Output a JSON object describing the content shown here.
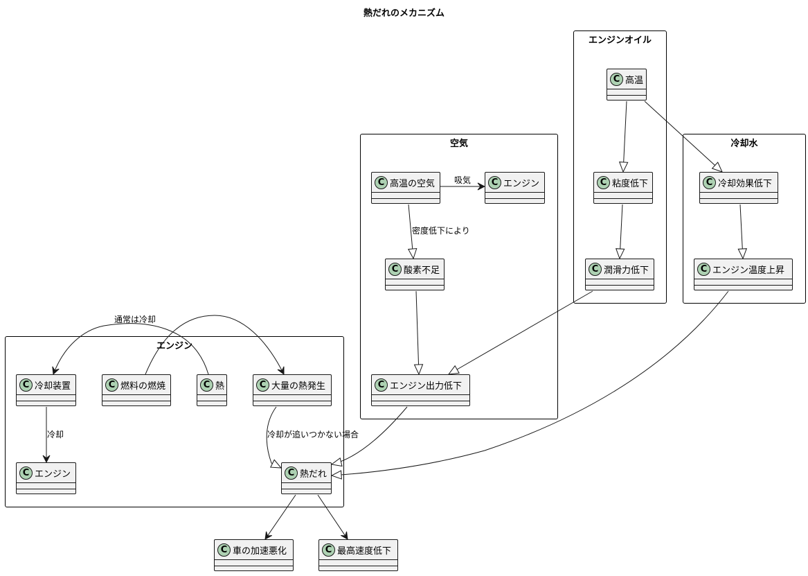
{
  "title": "熱だれのメカニズム",
  "packages": {
    "oil": "エンジンオイル",
    "air": "空気",
    "coolant": "冷却水",
    "engine": "エンジン"
  },
  "classes": {
    "oil_high_temp": "高温",
    "oil_viscosity_drop": "粘度低下",
    "oil_lubrication_drop": "潤滑力低下",
    "air_hot_air": "高温の空気",
    "air_engine": "エンジン",
    "air_oxygen_shortage": "酸素不足",
    "air_engine_output_drop": "エンジン出力低下",
    "coolant_cooling_effect_drop": "冷却効果低下",
    "coolant_engine_temp_rise": "エンジン温度上昇",
    "engine_cooling_system": "冷却装置",
    "engine_fuel_combustion": "燃料の燃焼",
    "engine_heat": "熱",
    "engine_heavy_heat": "大量の熱発生",
    "engine_engine": "エンジン",
    "engine_heat_fade": "熱だれ",
    "acceleration_worse": "車の加速悪化",
    "top_speed_drop": "最高速度低下"
  },
  "edge_labels": {
    "intake": "吸気",
    "density_drop": "密度低下により",
    "normally_cooled": "通常は冷却",
    "cooling": "冷却",
    "cooling_cannot_keep_up": "冷却が追いつかない場合"
  }
}
